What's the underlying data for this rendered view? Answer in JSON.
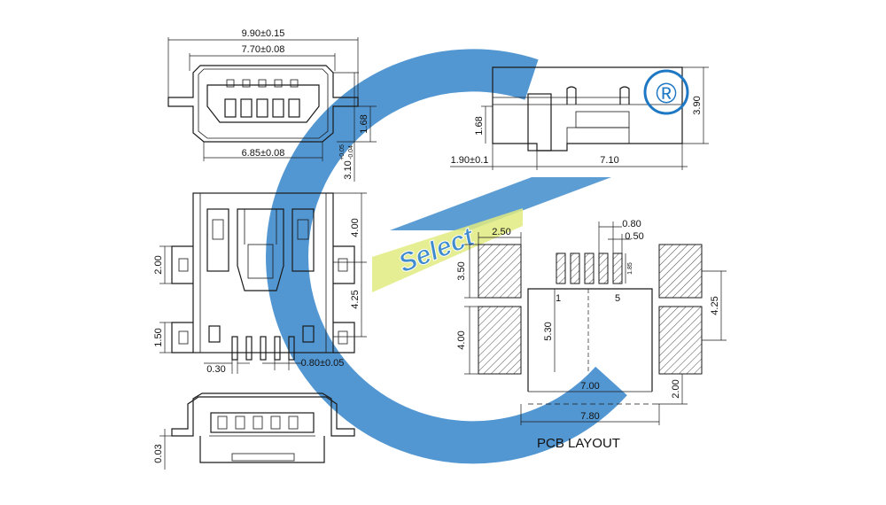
{
  "colors": {
    "line": "#1a1a1a",
    "watermark_blue": "#1f78c4",
    "watermark_yellow": "#dde86a",
    "background": "#ffffff"
  },
  "watermark": {
    "text": "Select"
  },
  "front_view": {
    "overall_width": "9.90±0.15",
    "inner_width": "7.70±0.08",
    "bottom_width": "6.85±0.08",
    "height": "1.68",
    "depth_main": "3.10",
    "depth_tol_plus": "+0.05",
    "depth_tol_minus": "-0.04"
  },
  "side_view": {
    "height": "3.90",
    "step_height": "1.68",
    "offset": "1.90±0.1",
    "length": "7.10",
    "mark": "®"
  },
  "top_view": {
    "top_section": "4.00",
    "mid_section": "4.25",
    "tab_height": "2.00",
    "lower_tab": "1.50",
    "pin_width": "0.30",
    "pin_pitch": "0.80±0.05"
  },
  "bottom_view": {
    "offset": "0.03"
  },
  "pcb_layout": {
    "title": "PCB LAYOUT",
    "pad_width": "2.50",
    "pad_top_height": "3.50",
    "pad_bottom_height": "4.00",
    "pitch": "0.80",
    "signal_width": "0.50",
    "signal_length": "1.85",
    "pin_first": "1",
    "pin_last": "5",
    "center_height": "5.30",
    "inner_width": "7.00",
    "outer_width": "7.80",
    "right_pad_height": "4.25",
    "right_bottom": "2.00"
  }
}
